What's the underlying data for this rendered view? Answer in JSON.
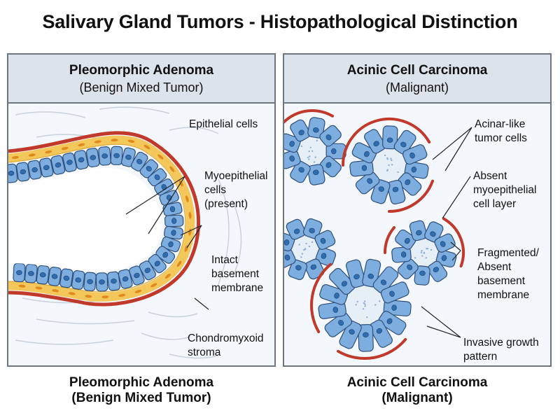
{
  "title": "Salivary Gland Tumors - Histopathological Distinction",
  "left_panel": {
    "heading": "Pleomorphic Adenoma",
    "subheading": "(Benign Mixed Tumor)",
    "labels": {
      "epithelial": "Epithelial cells",
      "myo1": "Myoepithelial",
      "myo2": "cells",
      "myo3": "(present)",
      "bm1": "Intact",
      "bm2": "basement",
      "bm3": "membrane",
      "stroma1": "Chondromyxoid",
      "stroma2": "stroma"
    },
    "caption1": "Pleomorphic Adenoma",
    "caption2": "(Benign Mixed Tumor)"
  },
  "right_panel": {
    "heading": "Acinic Cell Carcinoma",
    "subheading": "(Malignant)",
    "labels": {
      "acinar1": "Acinar-like",
      "acinar2": "tumor cells",
      "absent1": "Absent",
      "absent2": "myoepithelial",
      "absent3": "cell layer",
      "frag1": "Fragmented/",
      "frag2": "Absent",
      "frag3": "basement",
      "frag4": "membrane",
      "inv1": "Invasive growth",
      "inv2": "pattern"
    },
    "caption1": "Acinic Cell Carcinoma",
    "caption2": "(Malignant)"
  },
  "colors": {
    "cell_fill": "#7eaee0",
    "cell_stroke": "#2f4f7a",
    "nucleus": "#2f6db0",
    "myoepithelial": "#f3c75a",
    "basement_membrane": "#c0392b",
    "panel_bg": "#f4f7fb",
    "header_bg": "#dde3ea"
  }
}
